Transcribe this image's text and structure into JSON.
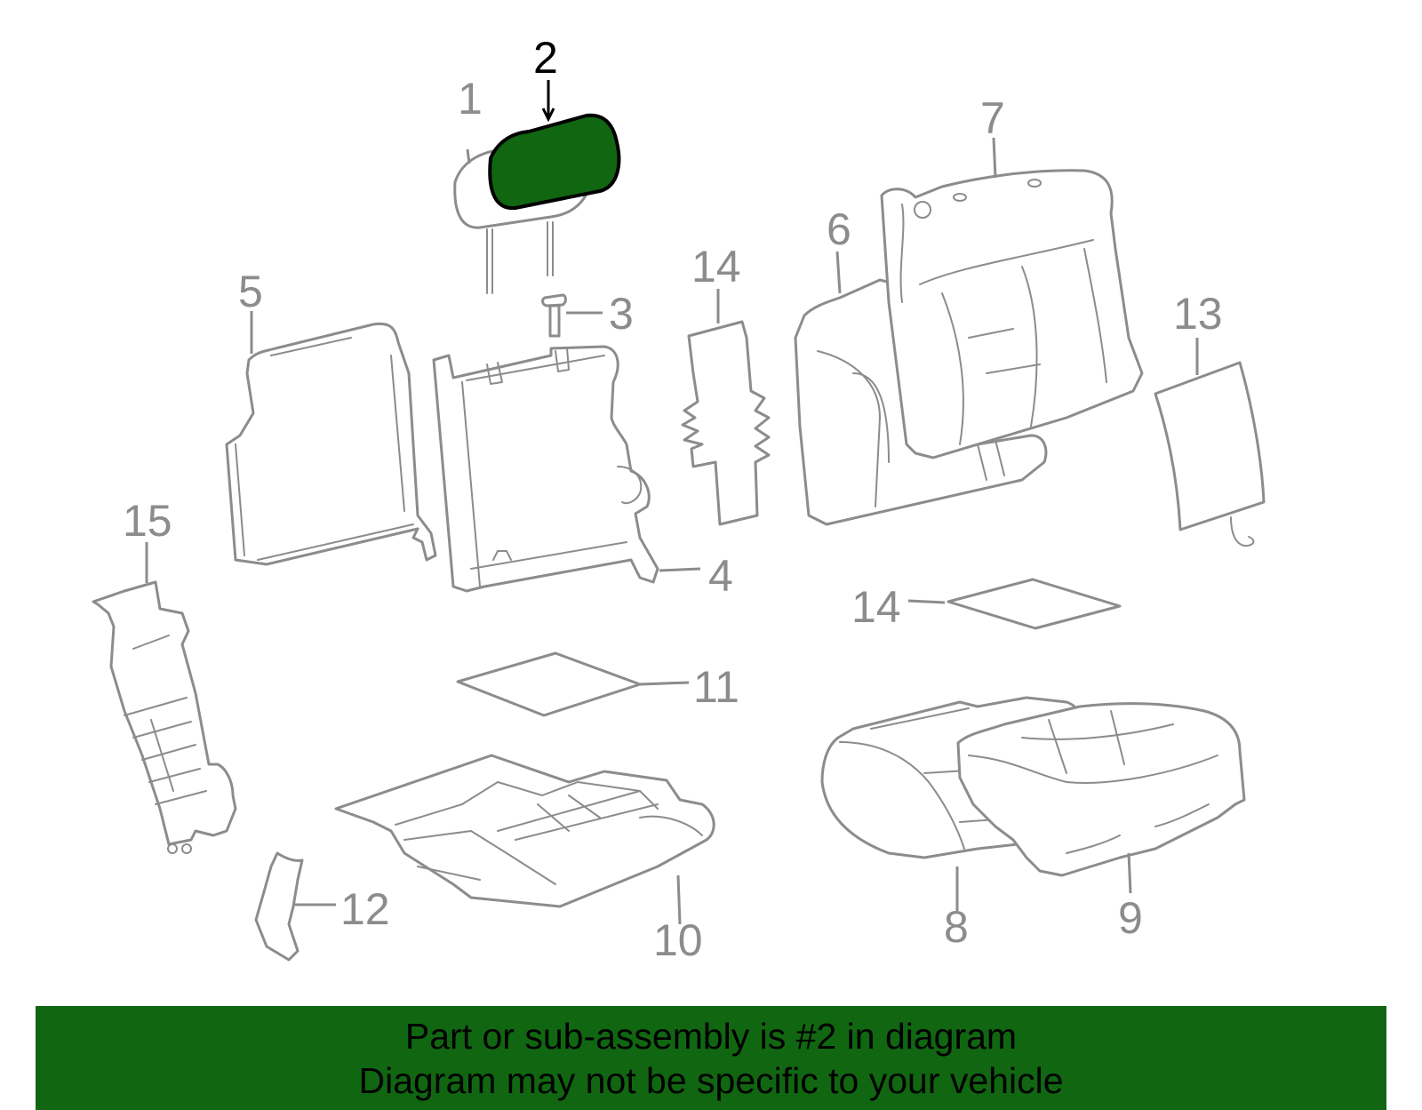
{
  "diagram": {
    "callouts": [
      {
        "id": "1",
        "label": "1"
      },
      {
        "id": "2",
        "label": "2",
        "highlighted": true
      },
      {
        "id": "3",
        "label": "3"
      },
      {
        "id": "4",
        "label": "4"
      },
      {
        "id": "5",
        "label": "5"
      },
      {
        "id": "6",
        "label": "6"
      },
      {
        "id": "7",
        "label": "7"
      },
      {
        "id": "8",
        "label": "8"
      },
      {
        "id": "9",
        "label": "9"
      },
      {
        "id": "10",
        "label": "10"
      },
      {
        "id": "11",
        "label": "11"
      },
      {
        "id": "12",
        "label": "12"
      },
      {
        "id": "13",
        "label": "13"
      },
      {
        "id": "14a",
        "label": "14"
      },
      {
        "id": "14b",
        "label": "14"
      },
      {
        "id": "15",
        "label": "15"
      }
    ],
    "highlight_color": "#116611",
    "part_color": "#8c8c8c"
  },
  "banner": {
    "line1": "Part or sub-assembly is #2 in diagram",
    "line2": "Diagram may not be specific to your vehicle",
    "background": "#116611"
  }
}
